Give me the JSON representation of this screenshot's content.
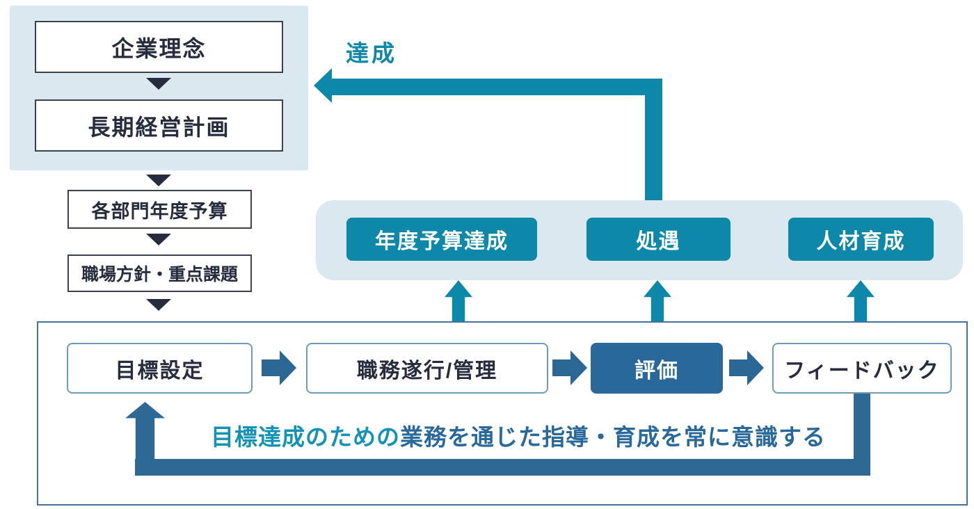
{
  "palette": {
    "teal": "#0e88a9",
    "dark_blue": "#28689b",
    "navy_text": "#262b3d",
    "light_blue_panel": "#dae8ef",
    "step_border": "#6d9cb8",
    "outer_border": "#44729c",
    "note_highlight_teal": "#1292b4"
  },
  "strategy_flow": {
    "panel_items": [
      "企業理念",
      "長期経営計画"
    ],
    "sub_items": [
      "各部門年度予算",
      "職場方針・重点課題"
    ]
  },
  "achievement_arrow_label": "達成",
  "outcome_panel": {
    "items": [
      "年度予算達成",
      "処遇",
      "人材育成"
    ]
  },
  "cycle": {
    "steps": [
      {
        "label": "目標設定",
        "variant": "outline"
      },
      {
        "label": "職務遂行/管理",
        "variant": "outline"
      },
      {
        "label": "評価",
        "variant": "filled"
      },
      {
        "label": "フィードバック",
        "variant": "outline"
      }
    ],
    "note": {
      "highlight": "目標達成のための",
      "rest": "業務を通じた指導・育成を常に意識する"
    }
  }
}
